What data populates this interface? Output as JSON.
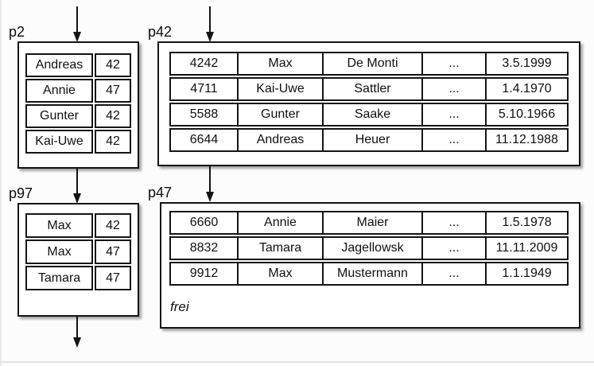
{
  "pages": {
    "p2": {
      "label": "p2",
      "rows": [
        [
          "Andreas",
          "42"
        ],
        [
          "Annie",
          "47"
        ],
        [
          "Gunter",
          "42"
        ],
        [
          "Kai-Uwe",
          "42"
        ]
      ]
    },
    "p42": {
      "label": "p42",
      "rows": [
        [
          "4242",
          "Max",
          "De Monti",
          "...",
          "3.5.1999"
        ],
        [
          "4711",
          "Kai-Uwe",
          "Sattler",
          "...",
          "1.4.1970"
        ],
        [
          "5588",
          "Gunter",
          "Saake",
          "...",
          "5.10.1966"
        ],
        [
          "6644",
          "Andreas",
          "Heuer",
          "...",
          "11.12.1988"
        ]
      ]
    },
    "p97": {
      "label": "p97",
      "rows": [
        [
          "Max",
          "42"
        ],
        [
          "Max",
          "47"
        ],
        [
          "Tamara",
          "47"
        ]
      ]
    },
    "p47": {
      "label": "p47",
      "rows": [
        [
          "6660",
          "Annie",
          "Maier",
          "...",
          "1.5.1978"
        ],
        [
          "8832",
          "Tamara",
          "Jagellowsk",
          "...",
          "11.11.2009"
        ],
        [
          "9912",
          "Max",
          "Mustermann",
          "...",
          "1.1.1949"
        ]
      ],
      "free_label": "frei"
    }
  },
  "connectors": [
    {
      "name": "arrow-into-p2",
      "from": "outside-top",
      "to": "p2"
    },
    {
      "name": "arrow-into-p42",
      "from": "outside-top",
      "to": "p42"
    },
    {
      "name": "arrow-p2-to-p97",
      "from": "p2",
      "to": "p97"
    },
    {
      "name": "arrow-p42-to-p47",
      "from": "p42",
      "to": "p47"
    },
    {
      "name": "arrow-out-of-p97",
      "from": "p97",
      "to": "outside-bottom"
    }
  ],
  "colors": {
    "line": "#141414",
    "cell_bg": "#ffffff",
    "canvas_bg": "#fcfcfc"
  }
}
